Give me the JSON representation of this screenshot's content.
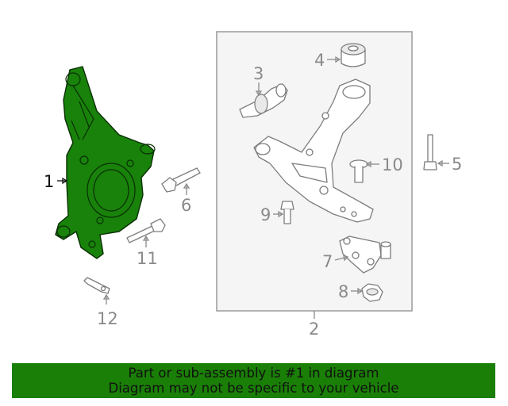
{
  "diagram": {
    "callouts": [
      {
        "number": "1",
        "highlighted": true
      },
      {
        "number": "2",
        "highlighted": false
      },
      {
        "number": "3",
        "highlighted": false
      },
      {
        "number": "4",
        "highlighted": false
      },
      {
        "number": "5",
        "highlighted": false
      },
      {
        "number": "6",
        "highlighted": false
      },
      {
        "number": "7",
        "highlighted": false
      },
      {
        "number": "8",
        "highlighted": false
      },
      {
        "number": "9",
        "highlighted": false
      },
      {
        "number": "10",
        "highlighted": false
      },
      {
        "number": "11",
        "highlighted": false
      },
      {
        "number": "12",
        "highlighted": false
      }
    ],
    "highlight_color": "#1a7f06",
    "line_color": "#8a8a8a"
  },
  "banner": {
    "line1": "Part or sub-assembly is #1 in diagram",
    "line2": "Diagram may not be specific to your vehicle",
    "background": "#1a7f06"
  }
}
